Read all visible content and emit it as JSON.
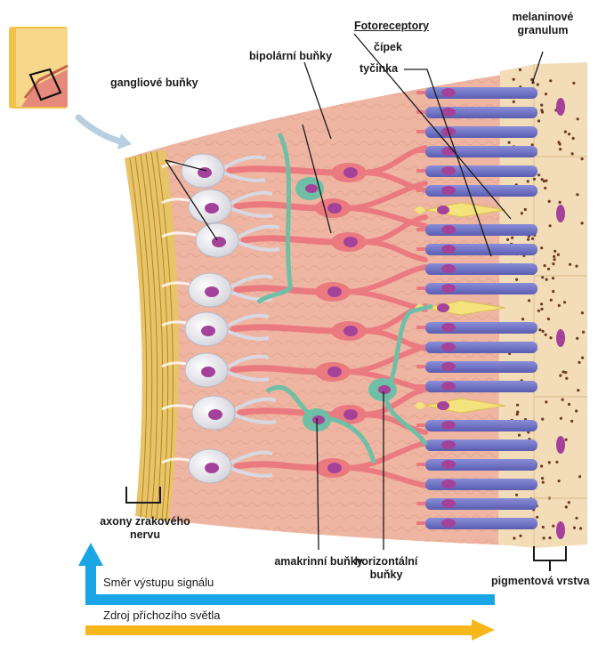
{
  "labels": {
    "photoreceptors_heading": "Fotoreceptory",
    "cone": "čípek",
    "rod": "tyčinka",
    "melanin_granule": "melaninové granulum",
    "bipolar_cells": "bipolární buňky",
    "ganglion_cells": "gangliové buňky",
    "optic_nerve_axons": "axony zrakového nervu",
    "amacrine_cells": "amakrinní buňky",
    "horizontal_cells": "horizontální buňky",
    "pigment_layer": "pigmentová vrstva"
  },
  "arrows": {
    "signal_output": "Směr výstupu signálu",
    "light_source": "Zdroj příchozího světla"
  },
  "colors": {
    "tissue": "#eeb6a2",
    "ganglion": "#e6e6ee",
    "bipolar": "#ea7a80",
    "rod": "#6f72c2",
    "cone": "#f4e27c",
    "amacrine_horizontal": "#6fbfa7",
    "nucleus": "#a4429a",
    "pigment": "#f3dcb8",
    "nerve_fibers": "#e2b93a",
    "signal_arrow": "#1aa6e6",
    "light_arrow": "#f6b71b"
  }
}
